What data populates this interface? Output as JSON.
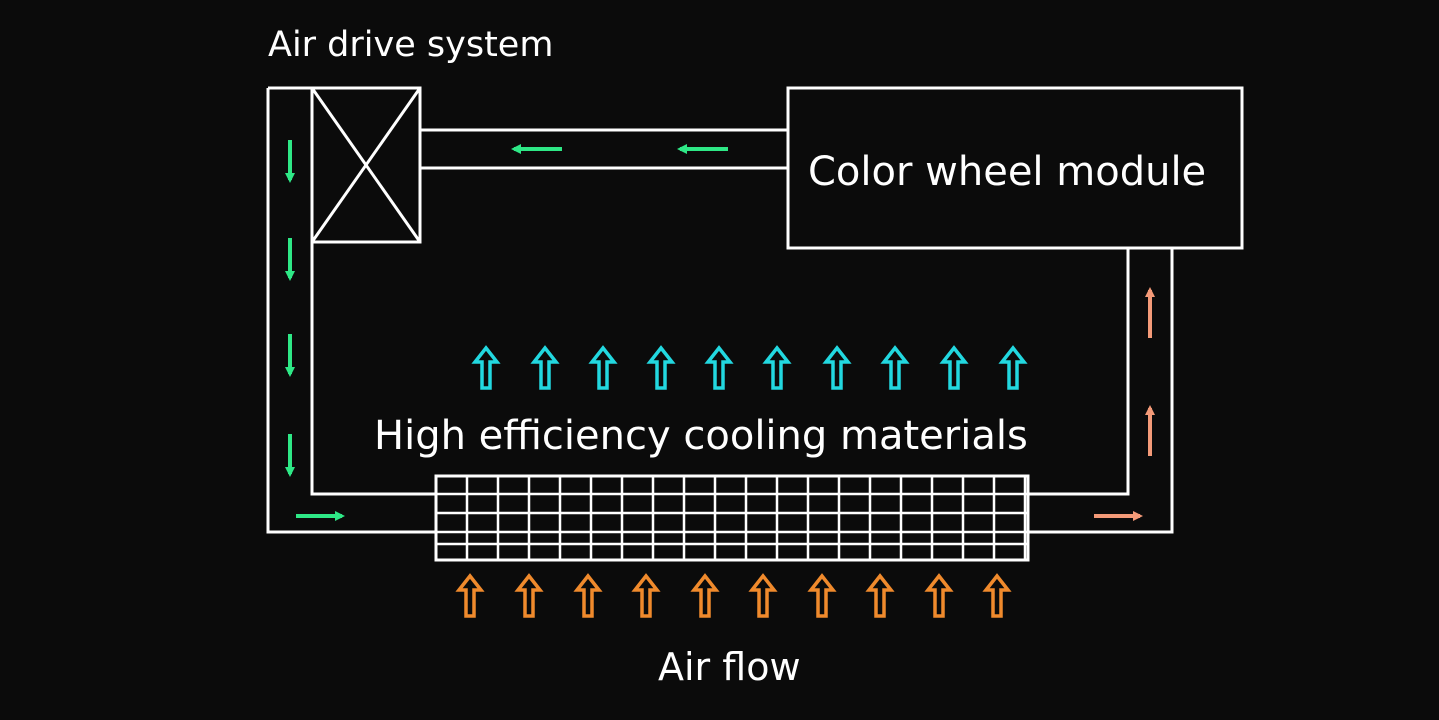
{
  "labels": {
    "air_drive_system": "Air drive system",
    "color_wheel_module": "Color wheel module",
    "cooling_materials": "High efficiency cooling materials",
    "air_flow": "Air flow"
  },
  "colors": {
    "background": "#0b0b0b",
    "lines": "#ffffff",
    "green_arrow": "#2ee886",
    "cyan_arrow": "#22d8e0",
    "orange_arrow": "#f08a2c",
    "salmon_arrow": "#f49a78"
  },
  "icons": {
    "fan": "crossed-box-icon",
    "down_arrow": "arrow-down-icon",
    "left_arrow": "arrow-left-icon",
    "right_arrow": "arrow-right-icon",
    "up_arrow": "arrow-up-icon",
    "hollow_up_arrow": "hollow-arrow-up-icon"
  }
}
